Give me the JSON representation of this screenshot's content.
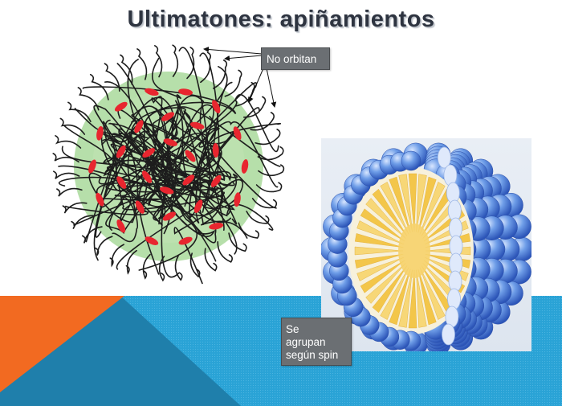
{
  "slide": {
    "title": "Ultimatones: apiñamientos"
  },
  "callouts": {
    "no_orbit": "No  orbitan",
    "spin": [
      "Se",
      "agrupan",
      "según spin"
    ]
  },
  "colors": {
    "accent_orange": "#f26a21",
    "band_blue": "#2aa3d6",
    "band_dark_blue": "#1b6f9a",
    "cluster_green": "#a8d89a",
    "node_red": "#e8262f",
    "sphere_blue": "#5b8fe0",
    "core_yellow": "#f3c64a"
  },
  "icons": {
    "left_figure": "tangled-cluster-illustration",
    "right_figure": "layered-sphere-cutaway-illustration"
  }
}
